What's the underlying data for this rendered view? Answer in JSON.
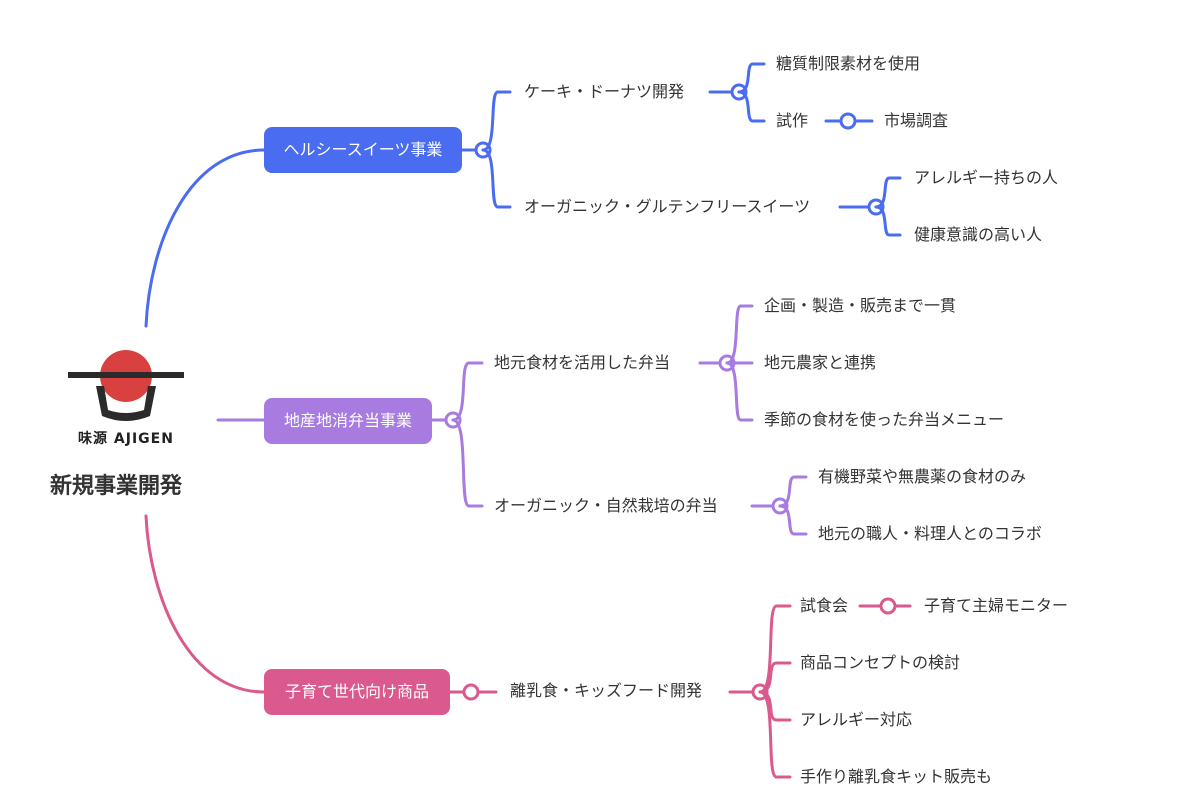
{
  "central": {
    "title": "新規事業開発",
    "logo_text": "味源 AJIGEN"
  },
  "colors": {
    "blue": "#4a6cf0",
    "purple": "#a77be0",
    "pink": "#db5a8d",
    "logo_red": "#d94040"
  },
  "branches": [
    {
      "label": "ヘルシースイーツ事業",
      "color": "#4a6cf0",
      "children": [
        {
          "label": "ケーキ・ドーナツ開発",
          "children": [
            {
              "label": "糖質制限素材を使用"
            },
            {
              "label": "試作",
              "next": "市場調査"
            }
          ]
        },
        {
          "label": "オーガニック・グルテンフリースイーツ",
          "children": [
            {
              "label": "アレルギー持ちの人"
            },
            {
              "label": "健康意識の高い人"
            }
          ]
        }
      ]
    },
    {
      "label": "地産地消弁当事業",
      "color": "#a77be0",
      "children": [
        {
          "label": "地元食材を活用した弁当",
          "children": [
            {
              "label": "企画・製造・販売まで一貫"
            },
            {
              "label": "地元農家と連携"
            },
            {
              "label": "季節の食材を使った弁当メニュー"
            }
          ]
        },
        {
          "label": "オーガニック・自然栽培の弁当",
          "children": [
            {
              "label": "有機野菜や無農薬の食材のみ"
            },
            {
              "label": "地元の職人・料理人とのコラボ"
            }
          ]
        }
      ]
    },
    {
      "label": "子育て世代向け商品",
      "color": "#db5a8d",
      "children": [
        {
          "label": "離乳食・キッズフード開発",
          "children": [
            {
              "label": "試食会",
              "next": "子育て主婦モニター"
            },
            {
              "label": "商品コンセプトの検討"
            },
            {
              "label": "アレルギー対応"
            },
            {
              "label": "手作り離乳食キット販売も"
            }
          ]
        }
      ]
    }
  ]
}
